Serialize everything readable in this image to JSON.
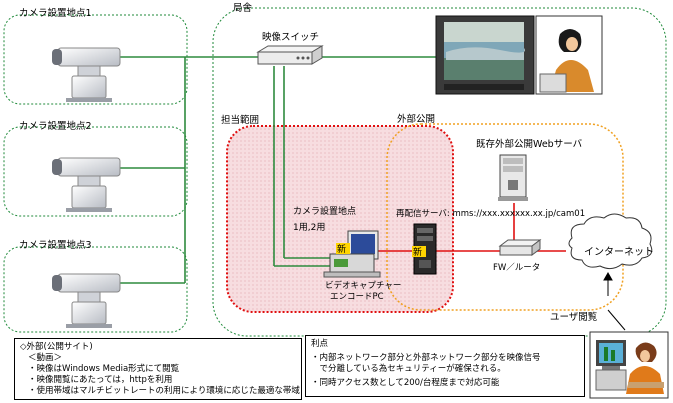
{
  "labels": {
    "cam1": "カメラ設置地点1",
    "cam2": "カメラ設置地点2",
    "cam3": "カメラ設置地点3",
    "kyokusha": "局舎",
    "switch": "映像スイッチ",
    "tantou": "担当範囲",
    "gaibu": "外部公開",
    "webserver": "既存外部公開Webサーバ",
    "redist": "再配信サーバ: mms://xxx.xxxxxx.xx.jp/cam01",
    "campoint": "カメラ設置地点",
    "campoint_sub": "1用,2用",
    "capture_l1": "ビデオキャプチャー",
    "capture_l2": "エンコードPC",
    "fw": "FW／ルータ",
    "internet": "インターネット",
    "user": "ユーザ閲覧",
    "new1": "新",
    "new2": "新"
  },
  "left_note": {
    "title": "◇外部(公開サイト)",
    "subtitle": "＜動画＞",
    "lines": [
      "・映像はWindows Media形式にて閲覧",
      "・映像閲覧にあたっては，httpを利用",
      "・使用帯域はマルチビットレートの利用により環境に応じた最適な帯域"
    ]
  },
  "right_note": {
    "title": "利点",
    "lines": [
      "・内部ネットワーク部分と外部ネットワーク部分を映像信号",
      "　で分離している為セキュリティーが確保される。",
      "・同時アクセス数として200/台程度まで対応可能"
    ]
  },
  "colors": {
    "green": "#1f8a3a",
    "green_line": "#2e8b3e",
    "red": "#e01010",
    "orange": "#f0a020",
    "red_fill": "#f6d4d8"
  }
}
